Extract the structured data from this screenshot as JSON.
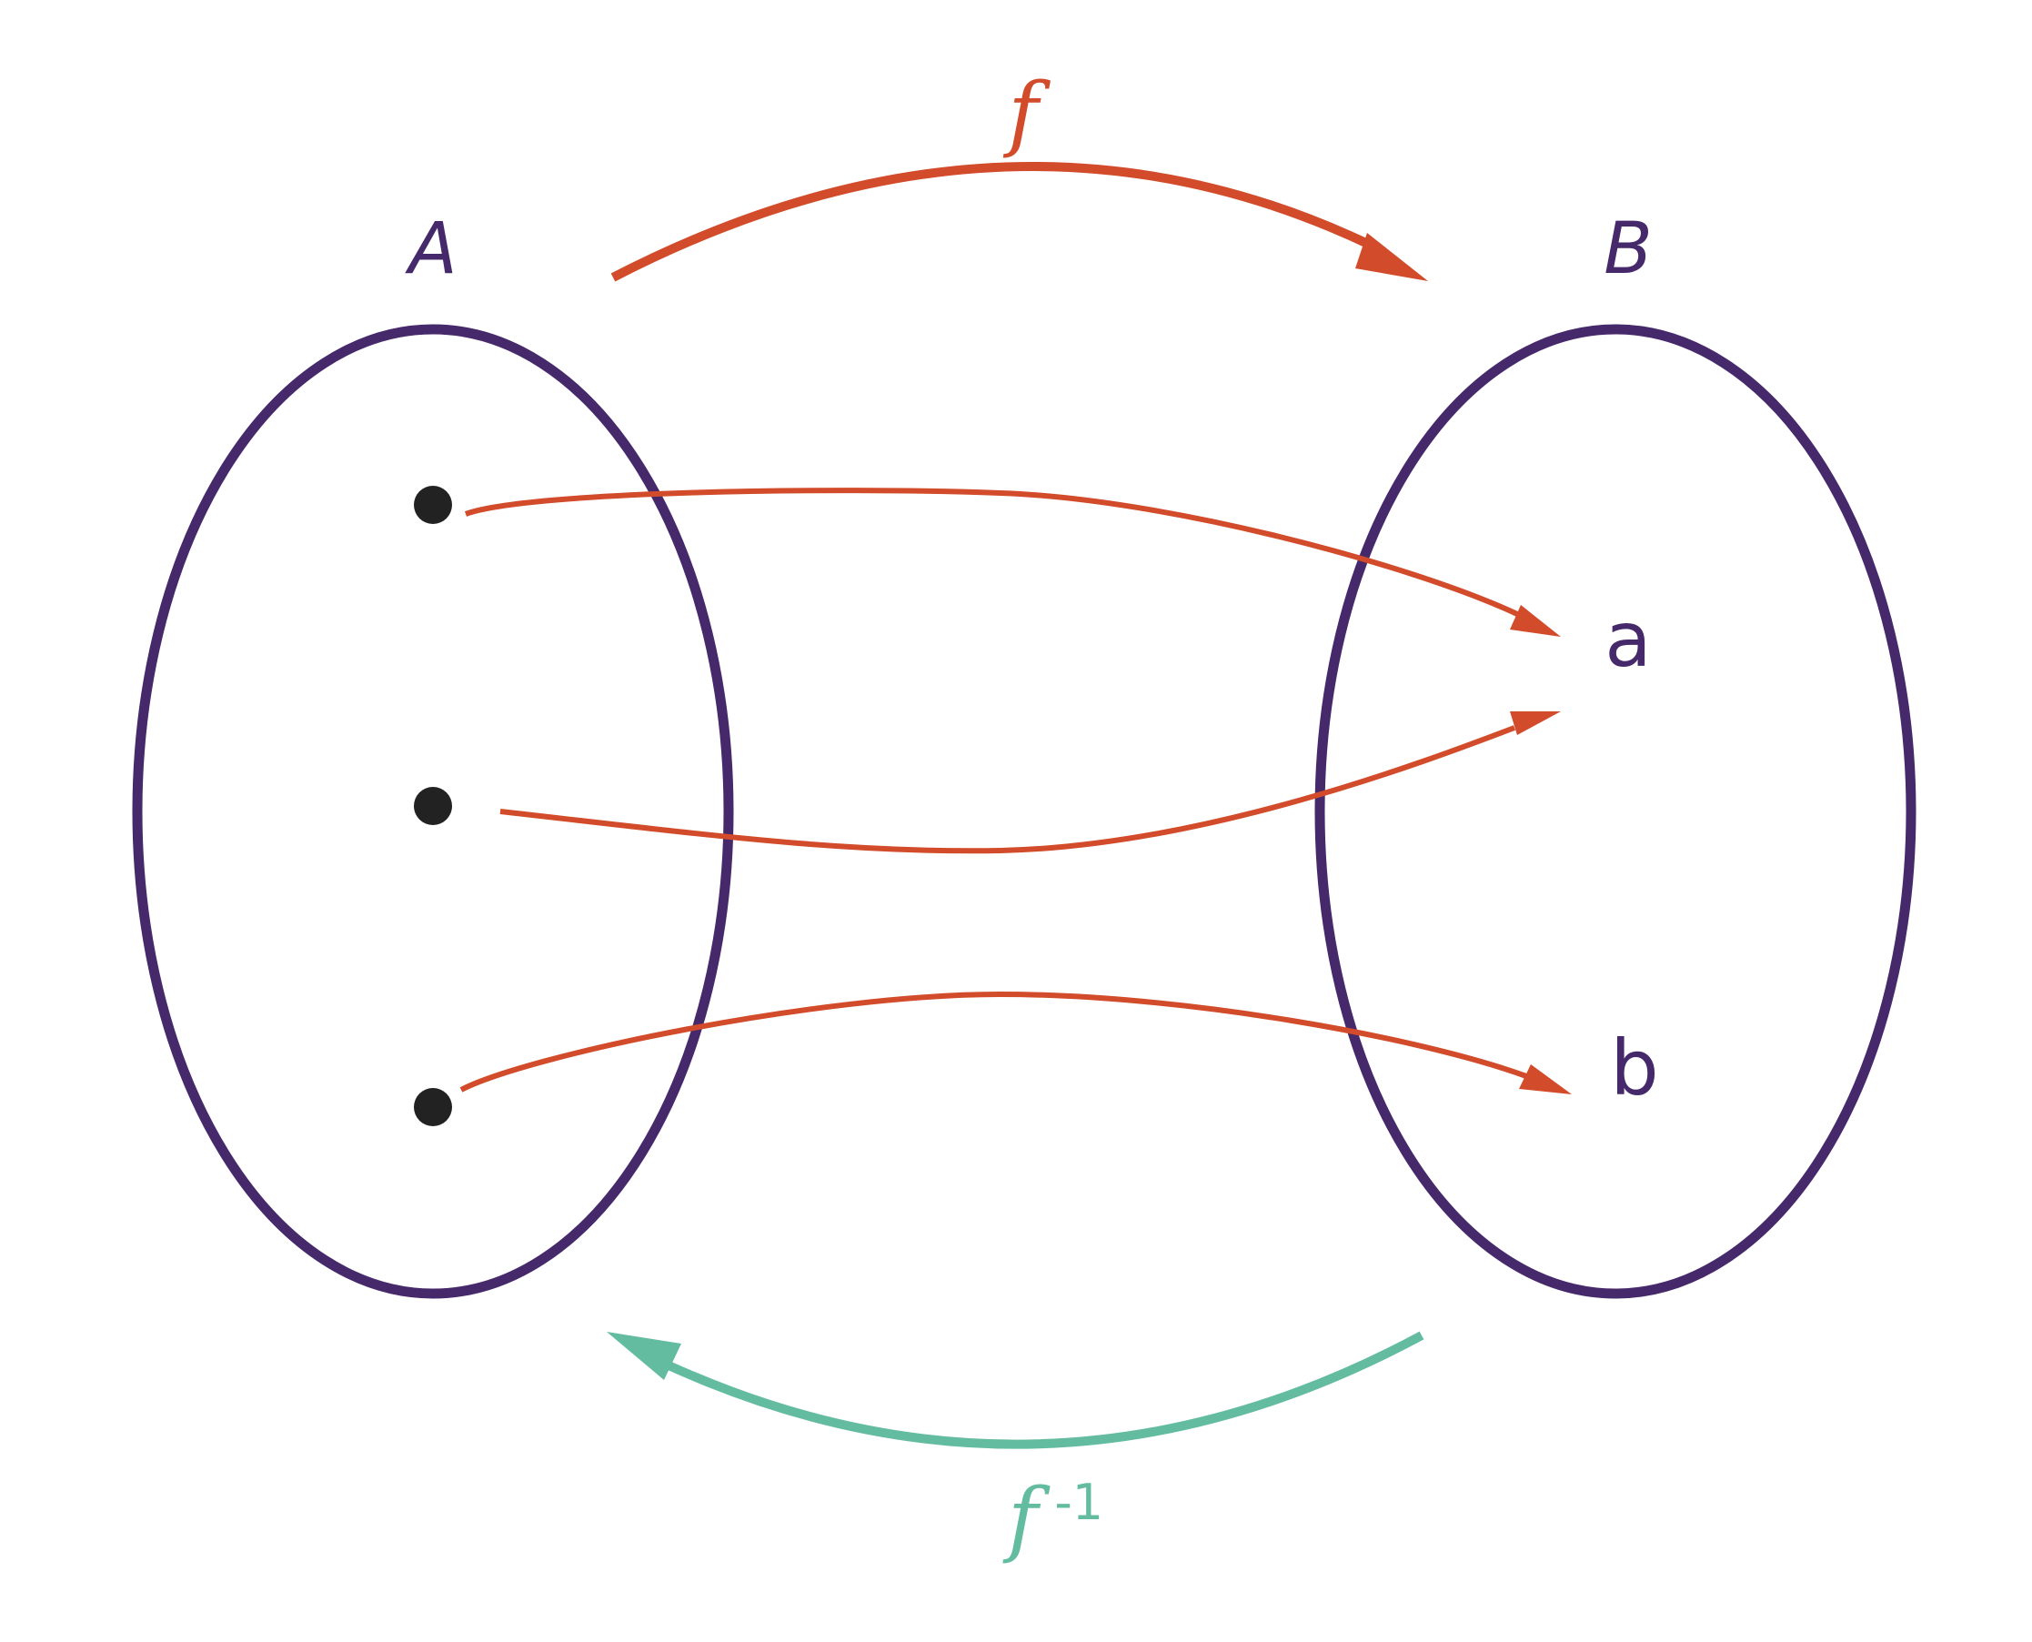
{
  "colors": {
    "set_outline": "#46296a",
    "mapping": "#d24b2a",
    "inverse": "#63bca0",
    "point": "#222222",
    "element_text": "#46296a"
  },
  "set_a": {
    "label": "A",
    "points": 3
  },
  "set_b": {
    "label": "B",
    "elements": [
      "a",
      "b"
    ]
  },
  "function_arrow": {
    "label": "f",
    "color": "#d24b2a"
  },
  "inverse_arrow": {
    "label": "f",
    "superscript": "-1",
    "color": "#63bca0"
  },
  "mappings": [
    {
      "from": "point-1",
      "to": "a"
    },
    {
      "from": "point-2",
      "to": "a"
    },
    {
      "from": "point-3",
      "to": "b"
    }
  ]
}
